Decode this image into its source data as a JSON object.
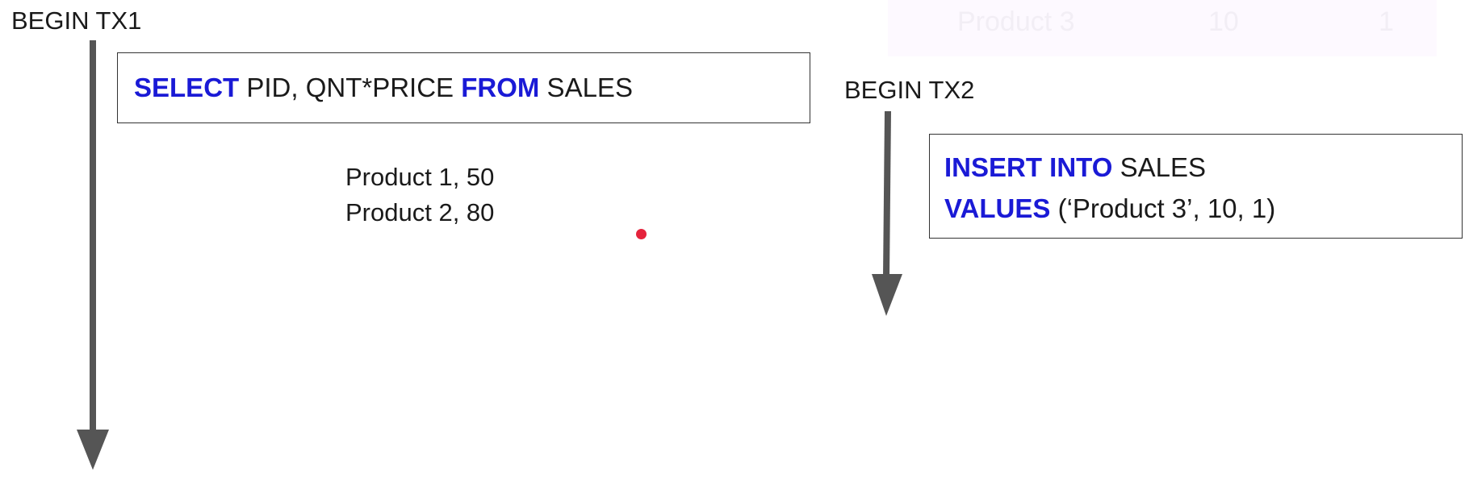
{
  "background_table_row": {
    "cells": [
      "Product 3",
      "10",
      "1"
    ]
  },
  "tx1": {
    "label": "BEGIN TX1",
    "query": {
      "kw1": "SELECT",
      "text1": " PID, QNT*PRICE ",
      "kw2": "FROM",
      "text2": " SALES"
    },
    "results": [
      "Product 1, 50",
      "Product 2, 80"
    ]
  },
  "tx2": {
    "label": "BEGIN TX2",
    "query": {
      "line1_kw": "INSERT INTO",
      "line1_text": " SALES",
      "line2_kw": "VALUES",
      "line2_text": " (‘Product 3’, 10, 1)"
    }
  },
  "colors": {
    "keyword": "#1a1ad6",
    "arrow": "#555555",
    "pointer": "#e5233c"
  }
}
